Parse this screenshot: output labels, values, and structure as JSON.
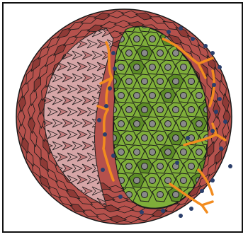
{
  "diagram": {
    "background": "#ffffff",
    "frame_color": "#111111",
    "colors": {
      "outer_wall": "#b5514c",
      "outer_wall_dark": "#8f3a36",
      "inner_wall_light": "#d6a5a6",
      "inner_wall_mid": "#c47b7c",
      "hepatocyte": "#7fae3a",
      "hepatocyte_dark": "#5d8c26",
      "nucleus": "#8a8a8a",
      "vessel": "#f28c1f",
      "dot": "#2b3f6b",
      "outline": "#1a1a1a"
    },
    "icons": [
      "tissue-cross-section",
      "hepatocyte-cluster",
      "branching-vessels"
    ]
  }
}
